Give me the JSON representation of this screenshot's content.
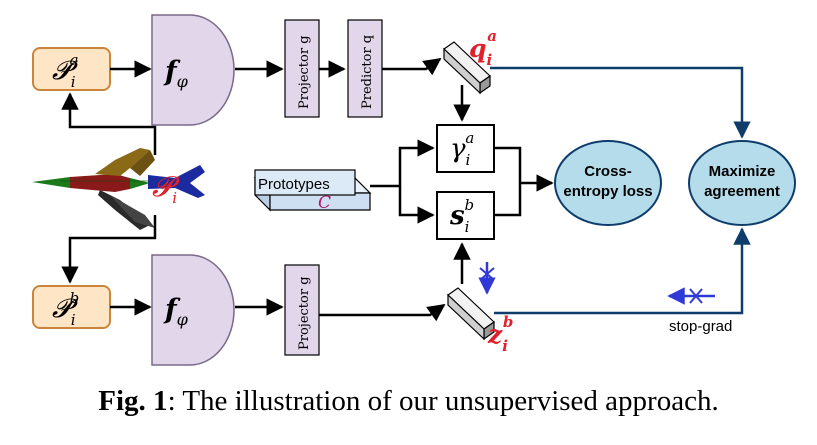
{
  "diagram": {
    "inputs": {
      "top": {
        "base": "𝓟",
        "sub": "i",
        "sup": "a"
      },
      "bottom": {
        "base": "𝓟",
        "sub": "i",
        "sup": "b"
      },
      "center": {
        "base": "𝓟",
        "sub": "i"
      }
    },
    "encoders": {
      "top": {
        "base": "f",
        "sub": "φ"
      },
      "bottom": {
        "base": "f",
        "sub": "φ"
      }
    },
    "projector_top": "Projector g",
    "predictor_top": "Predictor q",
    "projector_bottom": "Projector g",
    "q_label": {
      "base": "q",
      "sub": "i",
      "sup": "a"
    },
    "z_label": {
      "base": "z",
      "sub": "i",
      "sup": "b"
    },
    "gamma_box": {
      "base": "γ",
      "sub": "i",
      "sup": "a"
    },
    "s_box": {
      "base": "s",
      "sub": "i",
      "sup": "b"
    },
    "prototypes": {
      "label": "Prototypes",
      "symbol": "C"
    },
    "cross_entropy": [
      "Cross-",
      "entropy loss"
    ],
    "maximize": [
      "Maximize",
      "agreement"
    ],
    "stop_grad": "stop-grad"
  },
  "caption": {
    "prefix": "Fig. 1",
    "text": ": The illustration of our unsupervised approach."
  },
  "colors": {
    "input_fill": "#fde5c6",
    "input_stroke": "#c9863a",
    "encoder_fill": "#e2d6eb",
    "encoder_stroke": "#7a6a88",
    "ellipse_fill": "#b4dceb",
    "navy": "#0f3d6b",
    "proto_fill": "#dce9f7",
    "red": "#e0202a",
    "blue": "#2f3ad6",
    "magenta": "#b0186a"
  }
}
